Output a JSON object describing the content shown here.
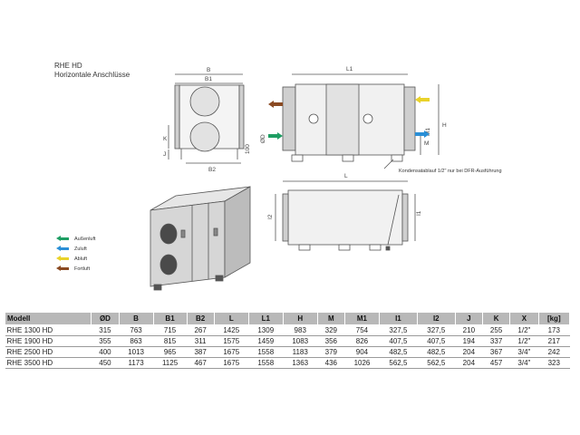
{
  "title": {
    "line1": "RHE HD",
    "line2": "Horizontale Anschlüsse"
  },
  "drawing": {
    "labels": {
      "B": "B",
      "B1": "B1",
      "B2": "B2",
      "K": "K",
      "J": "J",
      "dim100": "100",
      "L1": "L1",
      "L": "L",
      "H": "H",
      "M": "M",
      "M1": "M1",
      "OD": "ØD",
      "I1": "I1",
      "I2": "I2"
    },
    "note": "Kondensatablauf 1/2\" nur bei DFR-Ausführung",
    "colors": {
      "outline": "#555555",
      "panel": "#d0d0d0",
      "panel_dark": "#7a7a7a"
    }
  },
  "legend": [
    {
      "label": "Außenluft",
      "color": "#1e9e63"
    },
    {
      "label": "Zuluft",
      "color": "#2a8fd6"
    },
    {
      "label": "Abluft",
      "color": "#e9d22a"
    },
    {
      "label": "Fortluft",
      "color": "#8a4a22"
    }
  ],
  "table": {
    "headers": [
      "Modell",
      "ØD",
      "B",
      "B1",
      "B2",
      "L",
      "L1",
      "H",
      "M",
      "M1",
      "I1",
      "I2",
      "J",
      "K",
      "X",
      "[kg]"
    ],
    "rows": [
      [
        "RHE 1300 HD",
        "315",
        "763",
        "715",
        "267",
        "1425",
        "1309",
        "983",
        "329",
        "754",
        "327,5",
        "327,5",
        "210",
        "255",
        "1/2\"",
        "173"
      ],
      [
        "RHE 1900 HD",
        "355",
        "863",
        "815",
        "311",
        "1575",
        "1459",
        "1083",
        "356",
        "826",
        "407,5",
        "407,5",
        "194",
        "337",
        "1/2\"",
        "217"
      ],
      [
        "RHE 2500 HD",
        "400",
        "1013",
        "965",
        "387",
        "1675",
        "1558",
        "1183",
        "379",
        "904",
        "482,5",
        "482,5",
        "204",
        "367",
        "3/4\"",
        "242"
      ],
      [
        "RHE 3500 HD",
        "450",
        "1173",
        "1125",
        "467",
        "1675",
        "1558",
        "1363",
        "436",
        "1026",
        "562,5",
        "562,5",
        "204",
        "457",
        "3/4\"",
        "323"
      ]
    ]
  }
}
